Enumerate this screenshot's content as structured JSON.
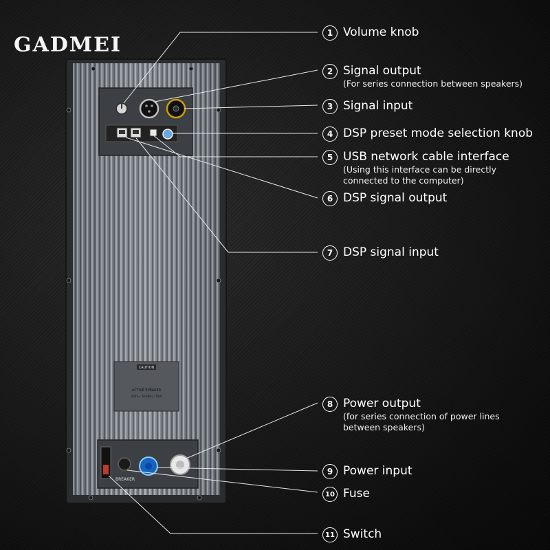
{
  "brand": "GADMEI",
  "callouts": [
    {
      "num": "1",
      "title": "Volume knob",
      "sub": ""
    },
    {
      "num": "2",
      "title": "Signal output",
      "sub": "(For series connection between speakers)"
    },
    {
      "num": "3",
      "title": "Signal input",
      "sub": ""
    },
    {
      "num": "4",
      "title": "DSP preset mode selection knob",
      "sub": ""
    },
    {
      "num": "5",
      "title": "USB network cable interface",
      "sub": "(Using this interface can be directly connected to the computer)"
    },
    {
      "num": "6",
      "title": "DSP signal output",
      "sub": ""
    },
    {
      "num": "7",
      "title": "DSP signal input",
      "sub": ""
    },
    {
      "num": "8",
      "title": "Power output",
      "sub": "(for series connection of power lines between speakers)"
    },
    {
      "num": "9",
      "title": "Power input",
      "sub": ""
    },
    {
      "num": "10",
      "title": "Fuse",
      "sub": ""
    },
    {
      "num": "11",
      "title": "Switch",
      "sub": ""
    }
  ],
  "plate": {
    "caution": "CAUTION",
    "product": "ACTIVE SPEAKER",
    "rating": "220V~ 50-60Hz 770W",
    "breaker": "BREAKER"
  }
}
